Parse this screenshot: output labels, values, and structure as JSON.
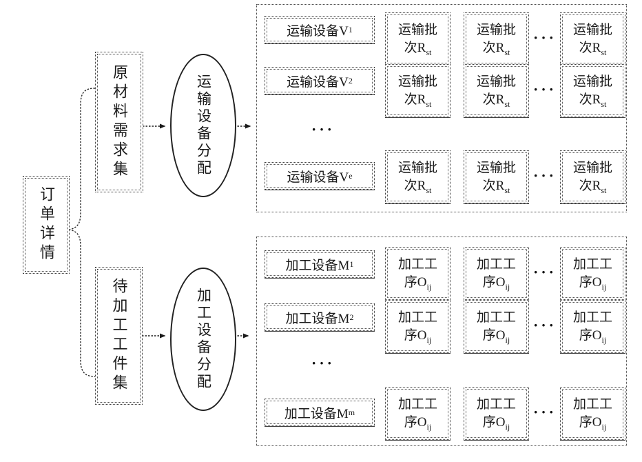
{
  "order": {
    "label": "订单详情"
  },
  "branches": {
    "transport": {
      "source": "原材料需求集",
      "allocator": "运输设备分配",
      "devices": [
        {
          "base": "运输设备V",
          "sub": "1"
        },
        {
          "base": "运输设备V",
          "sub": "2"
        },
        {
          "base": "运输设备V",
          "sub": "e"
        }
      ],
      "batch": {
        "line1": "运输批",
        "line2": "次R",
        "sub": "st"
      }
    },
    "process": {
      "source": "待加工工件集",
      "allocator": "加工设备分配",
      "devices": [
        {
          "base": "加工设备M",
          "sub": "1"
        },
        {
          "base": "加工设备M",
          "sub": "2"
        },
        {
          "base": "加工设备M",
          "sub": "m"
        }
      ],
      "op": {
        "line1": "加工工",
        "line2": "序O",
        "sub": "ij"
      }
    }
  },
  "ellipsis": "···",
  "colors": {
    "ink": "#1a1a1a",
    "background": "#ffffff"
  }
}
